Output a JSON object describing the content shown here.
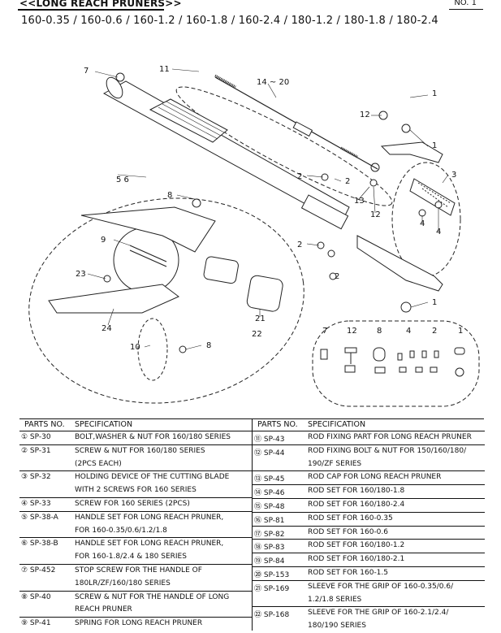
{
  "header": {
    "title": "<<LONG REACH PRUNERS>>",
    "page_no": "NO. 1",
    "models": "160-0.35 / 160-0.6 / 160-1.2 / 160-1.8 / 160-2.4 / 180-1.2 / 180-1.8 / 180-2.4"
  },
  "callouts": {
    "c1a": "1",
    "c1b": "1",
    "c1c": "1",
    "c2a": "2",
    "c2b": "2",
    "c2c": "2",
    "c2d": "2",
    "c3": "3",
    "c4a": "4",
    "c4b": "4",
    "c56": "5 6",
    "c7": "7",
    "c8a": "8",
    "c8b": "8",
    "c9": "9",
    "c10": "10",
    "c11": "11",
    "c12a": "12",
    "c12b": "12",
    "c13": "13",
    "c1420": "14 ~ 20",
    "c21": "21",
    "c22": "22",
    "c23": "23",
    "c24": "24",
    "k7": "7",
    "k12": "12",
    "k8": "8",
    "k4": "4",
    "k2": "2",
    "k1": "1"
  },
  "table": {
    "col_parts": "PARTS NO.",
    "col_spec": "SPECIFICATION",
    "left_rows": [
      {
        "no": "① SP-30",
        "spec": "BOLT,WASHER & NUT FOR 160/180 SERIES",
        "sep": true
      },
      {
        "no": "② SP-31",
        "spec": "SCREW & NUT FOR 160/180 SERIES",
        "sep": false
      },
      {
        "no": "",
        "spec": "(2PCS EACH)",
        "sep": true
      },
      {
        "no": "③ SP-32",
        "spec": "HOLDING DEVICE OF THE CUTTING BLADE",
        "sep": false
      },
      {
        "no": "",
        "spec": "WITH 2 SCREWS FOR 160 SERIES",
        "sep": true
      },
      {
        "no": "④ SP-33",
        "spec": "SCREW FOR 160 SERIES (2PCS)",
        "sep": true
      },
      {
        "no": "⑤ SP-38-A",
        "spec": "HANDLE SET FOR LONG REACH PRUNER,",
        "sep": false
      },
      {
        "no": "",
        "spec": "FOR 160-0.35/0.6/1.2/1.8",
        "sep": true
      },
      {
        "no": "⑥ SP-38-B",
        "spec": "HANDLE SET FOR LONG REACH PRUNER,",
        "sep": false
      },
      {
        "no": "",
        "spec": "FOR 160-1.8/2.4 & 180 SERIES",
        "sep": true
      },
      {
        "no": "⑦ SP-452",
        "spec": "STOP SCREW FOR THE HANDLE OF",
        "sep": false
      },
      {
        "no": "",
        "spec": "180LR/ZF/160/180  SERIES",
        "sep": true
      },
      {
        "no": "⑧ SP-40",
        "spec": "SCREW & NUT FOR THE HANDLE OF LONG",
        "sep": false
      },
      {
        "no": "",
        "spec": "REACH PRUNER",
        "sep": true
      },
      {
        "no": "⑨ SP-41",
        "spec": "SPRING FOR LONG REACH PRUNER",
        "sep": false
      }
    ],
    "right_rows": [
      {
        "no": "⑪ SP-43",
        "spec": "ROD FIXING PART FOR LONG REACH PRUNER",
        "sep": true
      },
      {
        "no": "⑫ SP-44",
        "spec": "ROD FIXING BOLT & NUT FOR 150/160/180/",
        "sep": false
      },
      {
        "no": "",
        "spec": "190/ZF SERIES",
        "sep": true
      },
      {
        "no": "⑬ SP-45",
        "spec": "ROD CAP FOR LONG REACH PRUNER",
        "sep": true
      },
      {
        "no": "⑭ SP-46",
        "spec": "ROD SET FOR 160/180-1.8",
        "sep": true
      },
      {
        "no": "⑮ SP-48",
        "spec": "ROD SET FOR 160/180-2.4",
        "sep": true
      },
      {
        "no": "⑯ SP-81",
        "spec": "ROD SET FOR 160-0.35",
        "sep": true
      },
      {
        "no": "⑰ SP-82",
        "spec": "ROD SET FOR 160-0.6",
        "sep": true
      },
      {
        "no": "⑱ SP-83",
        "spec": "ROD SET FOR 160/180-1.2",
        "sep": true
      },
      {
        "no": "⑲ SP-84",
        "spec": "ROD SET FOR 160/180-2.1",
        "sep": true
      },
      {
        "no": "⑳ SP-153",
        "spec": "ROD SET FOR 160-1.5",
        "sep": true
      },
      {
        "no": "㉑ SP-169",
        "spec": "SLEEVE FOR THE GRIP OF 160-0.35/0.6/",
        "sep": false
      },
      {
        "no": "",
        "spec": "1.2/1.8 SERIES",
        "sep": true
      },
      {
        "no": "㉒ SP-168",
        "spec": "SLEEVE FOR THE GRIP OF 160-2.1/2.4/",
        "sep": false
      },
      {
        "no": "",
        "spec": "180/190 SERIES",
        "sep": false
      }
    ]
  }
}
